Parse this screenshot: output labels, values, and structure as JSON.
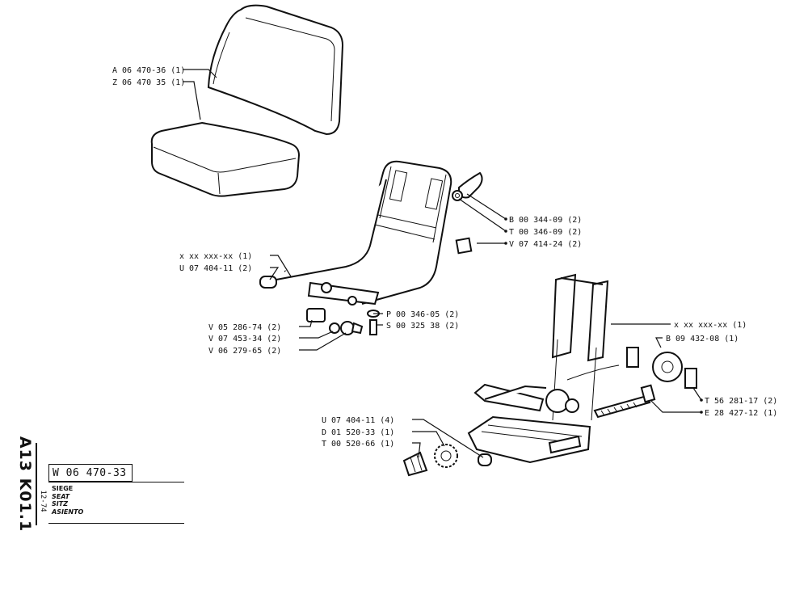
{
  "callouts": {
    "a_06_470_36": "A 06 470-36 (1)",
    "z_06_470_35": "Z 06 470  35 (1)",
    "b_00_344_09": "B 00 344-09 (2)",
    "t_00_346_09": "T 00 346-09 (2)",
    "v_07_414_24": "V 07 414-24 (2)",
    "x_xx_frame": "x xx xxx-xx (1)",
    "u_07_404_11_2": "U 07 404-11 (2)",
    "p_00_346_05": "P 00 346-05 (2)",
    "s_00_325_38": "S 00 325  38 (2)",
    "v_05_286_74": "V 05 286-74 (2)",
    "v_07_453_34": "V 07 453-34 (2)",
    "v_06_279_65": "V 06 279-65 (2)",
    "x_xx_shock": "x xx xxx-xx (1)",
    "b_09_432_08": "B 09 432-08 (1)",
    "t_56_281_17": "T 56 281-17 (2)",
    "e_28_427_12": "E 28 427-12 (1)",
    "u_07_404_11_4": "U 07 404-11 (4)",
    "d_01_520_33": "D 01 520-33 (1)",
    "t_00_520_66": "T 00 520-66 (1)"
  },
  "title_block": {
    "sheet_code": "A13 K01.1",
    "date_code": "12-74",
    "drawing_number": "W 06 470-33",
    "names": [
      "SIEGE",
      "SEAT",
      "SITZ",
      "ASIENTO"
    ]
  }
}
